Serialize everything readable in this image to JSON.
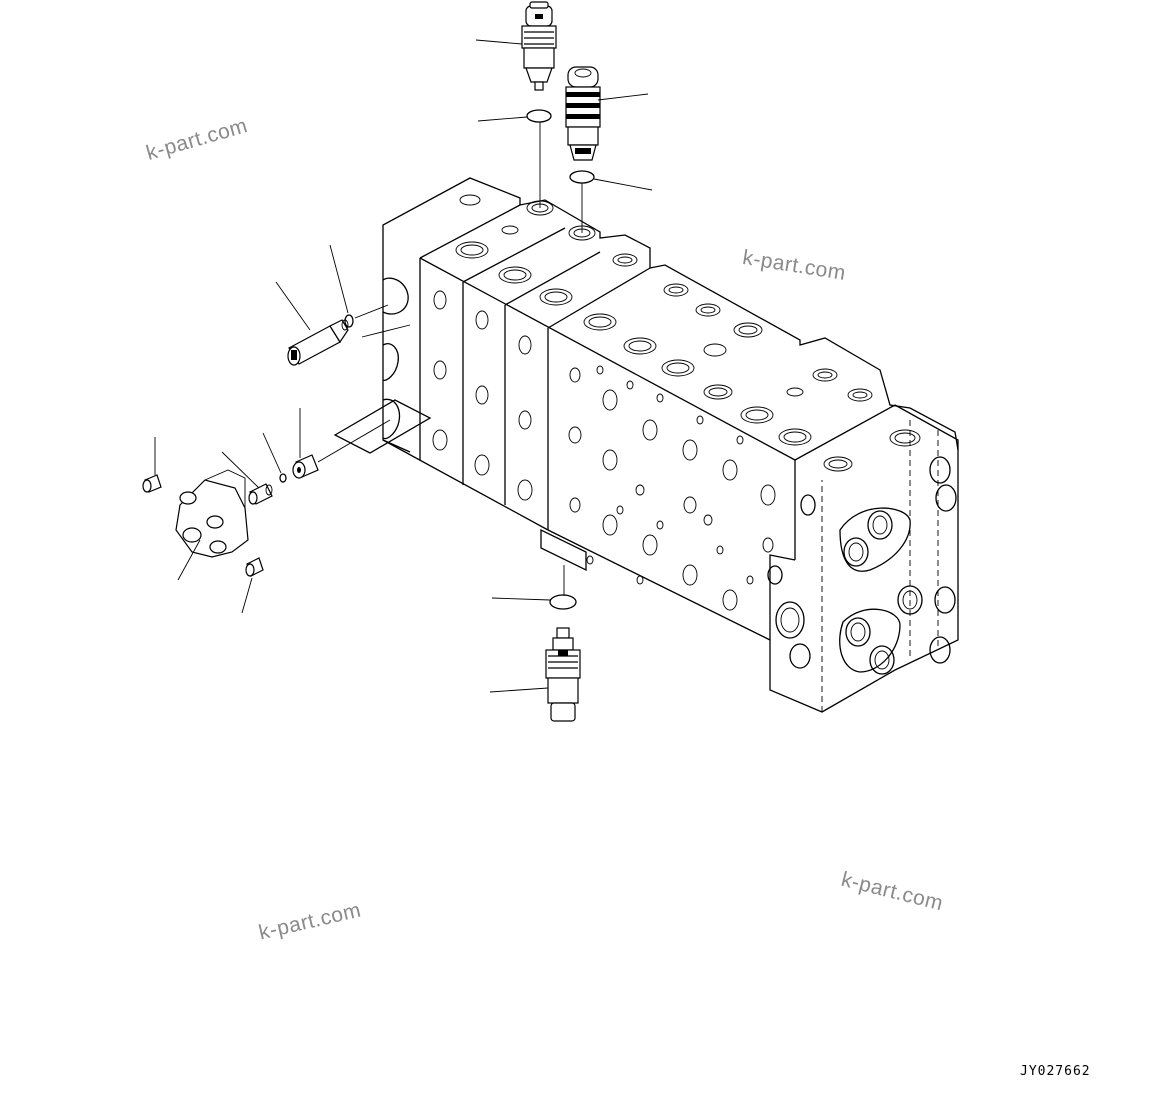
{
  "diagram": {
    "code": "JY027662",
    "watermarks": [
      "k-part.com",
      "k-part.com",
      "k-part.com",
      "k-part.com"
    ]
  }
}
